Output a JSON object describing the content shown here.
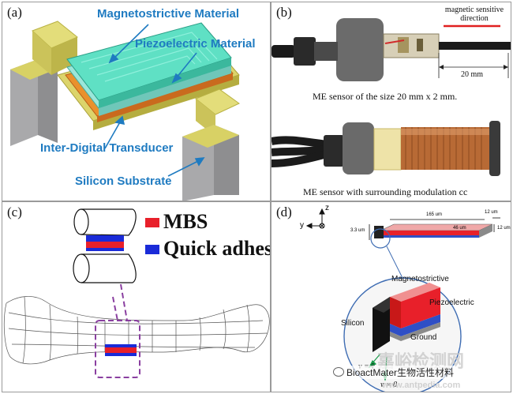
{
  "panels": {
    "a": {
      "label": "(a)",
      "magnetostrictive": "Magnetostrictive Material",
      "piezoelectric": "Piezoelectric Material",
      "idt": "Inter-Digital Transducer",
      "silicon": "Silicon Substrate"
    },
    "b": {
      "label": "(b)",
      "direction_label": "magnetic sensitive direction",
      "dimension": "20 mm",
      "caption1": "ME sensor of the size 20 mm x 2 mm.",
      "caption2": "ME sensor with surrounding modulation cc"
    },
    "c": {
      "label": "(c)",
      "legend_mbs": "MBS",
      "legend_adhesive": "Quick adhesive"
    },
    "d": {
      "label": "(d)",
      "axis_z": "z",
      "axis_y": "y",
      "dim_165": "165 um",
      "dim_12_top": "12 um",
      "dim_46": "46 um",
      "dim_33": "3.3 um",
      "dim_12_right": "12 um",
      "magnetostrictive": "Magnetostrictive",
      "piezoelectric": "Piezoelectric",
      "silicon": "Silicon",
      "ground": "Ground",
      "v_label": "v = v̂",
      "v0_label": "v = 0"
    }
  },
  "watermark": {
    "source": "BioactMater生物活性材料",
    "cn_mark": "嘉峪检测网",
    "url": "www.antpedia.com"
  },
  "colors": {
    "blue_label": "#1f7bc1",
    "mbs_red": "#e8202a",
    "adhesive_blue": "#1a2bd8",
    "cyan_layer": "#5fe0c4",
    "substrate_yellow": "#d9d36a",
    "idt_orange": "#e58a2a",
    "purple_dash": "#8a3fa0",
    "copper": "#b86a35"
  }
}
